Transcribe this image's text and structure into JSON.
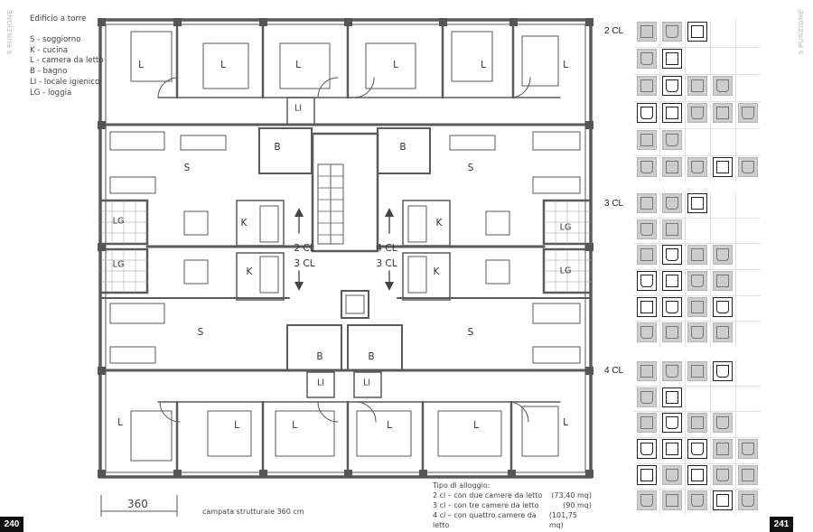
{
  "left_title": "Edificio a torre",
  "legend": [
    "S - soggiorno",
    "K - cucina",
    "L - camera da letto",
    "B - bagno",
    "LI - locale igienico",
    "LG - loggia"
  ],
  "side_label_left": "5 FUNZIONE",
  "side_label_right": "5 FUNZIONE",
  "page_left": "240",
  "page_right": "241",
  "rooms": {
    "l_top": [
      "L",
      "L",
      "L",
      "L",
      "L"
    ],
    "li": "LI",
    "b": "B",
    "s": "S",
    "k": "K",
    "lg": "LG",
    "cl_2": "2 CL",
    "cl_3": "3 CL",
    "cl_4": "4 CL"
  },
  "dimension": "360",
  "span_caption": "campata strutturale 360 cm",
  "housing_types": {
    "title": "Tipo di alloggio:",
    "rows": [
      {
        "label": "2 cl – con due camere da letto",
        "area": "(73,40 mq)"
      },
      {
        "label": "3 cl – con tre camere da letto",
        "area": "(90 mq)"
      },
      {
        "label": "4 cl – con quattro camere da letto",
        "area": "(101,75 mq)"
      }
    ]
  },
  "func_groups": [
    {
      "label": "2 CL",
      "dark": [
        [
          0,
          2
        ],
        [
          1,
          1
        ],
        [
          2,
          1
        ],
        [
          3,
          0
        ],
        [
          3,
          1
        ],
        [
          5,
          3
        ]
      ]
    },
    {
      "label": "3 CL",
      "dark": [
        [
          0,
          2
        ],
        [
          2,
          1
        ],
        [
          3,
          0
        ],
        [
          3,
          1
        ],
        [
          4,
          0
        ],
        [
          4,
          1
        ],
        [
          4,
          3
        ]
      ]
    },
    {
      "label": "4 CL",
      "dark": [
        [
          0,
          3
        ],
        [
          1,
          1
        ],
        [
          2,
          1
        ],
        [
          3,
          0
        ],
        [
          3,
          1
        ],
        [
          3,
          2
        ],
        [
          4,
          0
        ],
        [
          4,
          2
        ],
        [
          5,
          3
        ]
      ]
    }
  ],
  "func_icon_names": [
    "ingresso",
    "soggiorno",
    "cucina",
    "camera",
    "bagno",
    "loggia"
  ]
}
